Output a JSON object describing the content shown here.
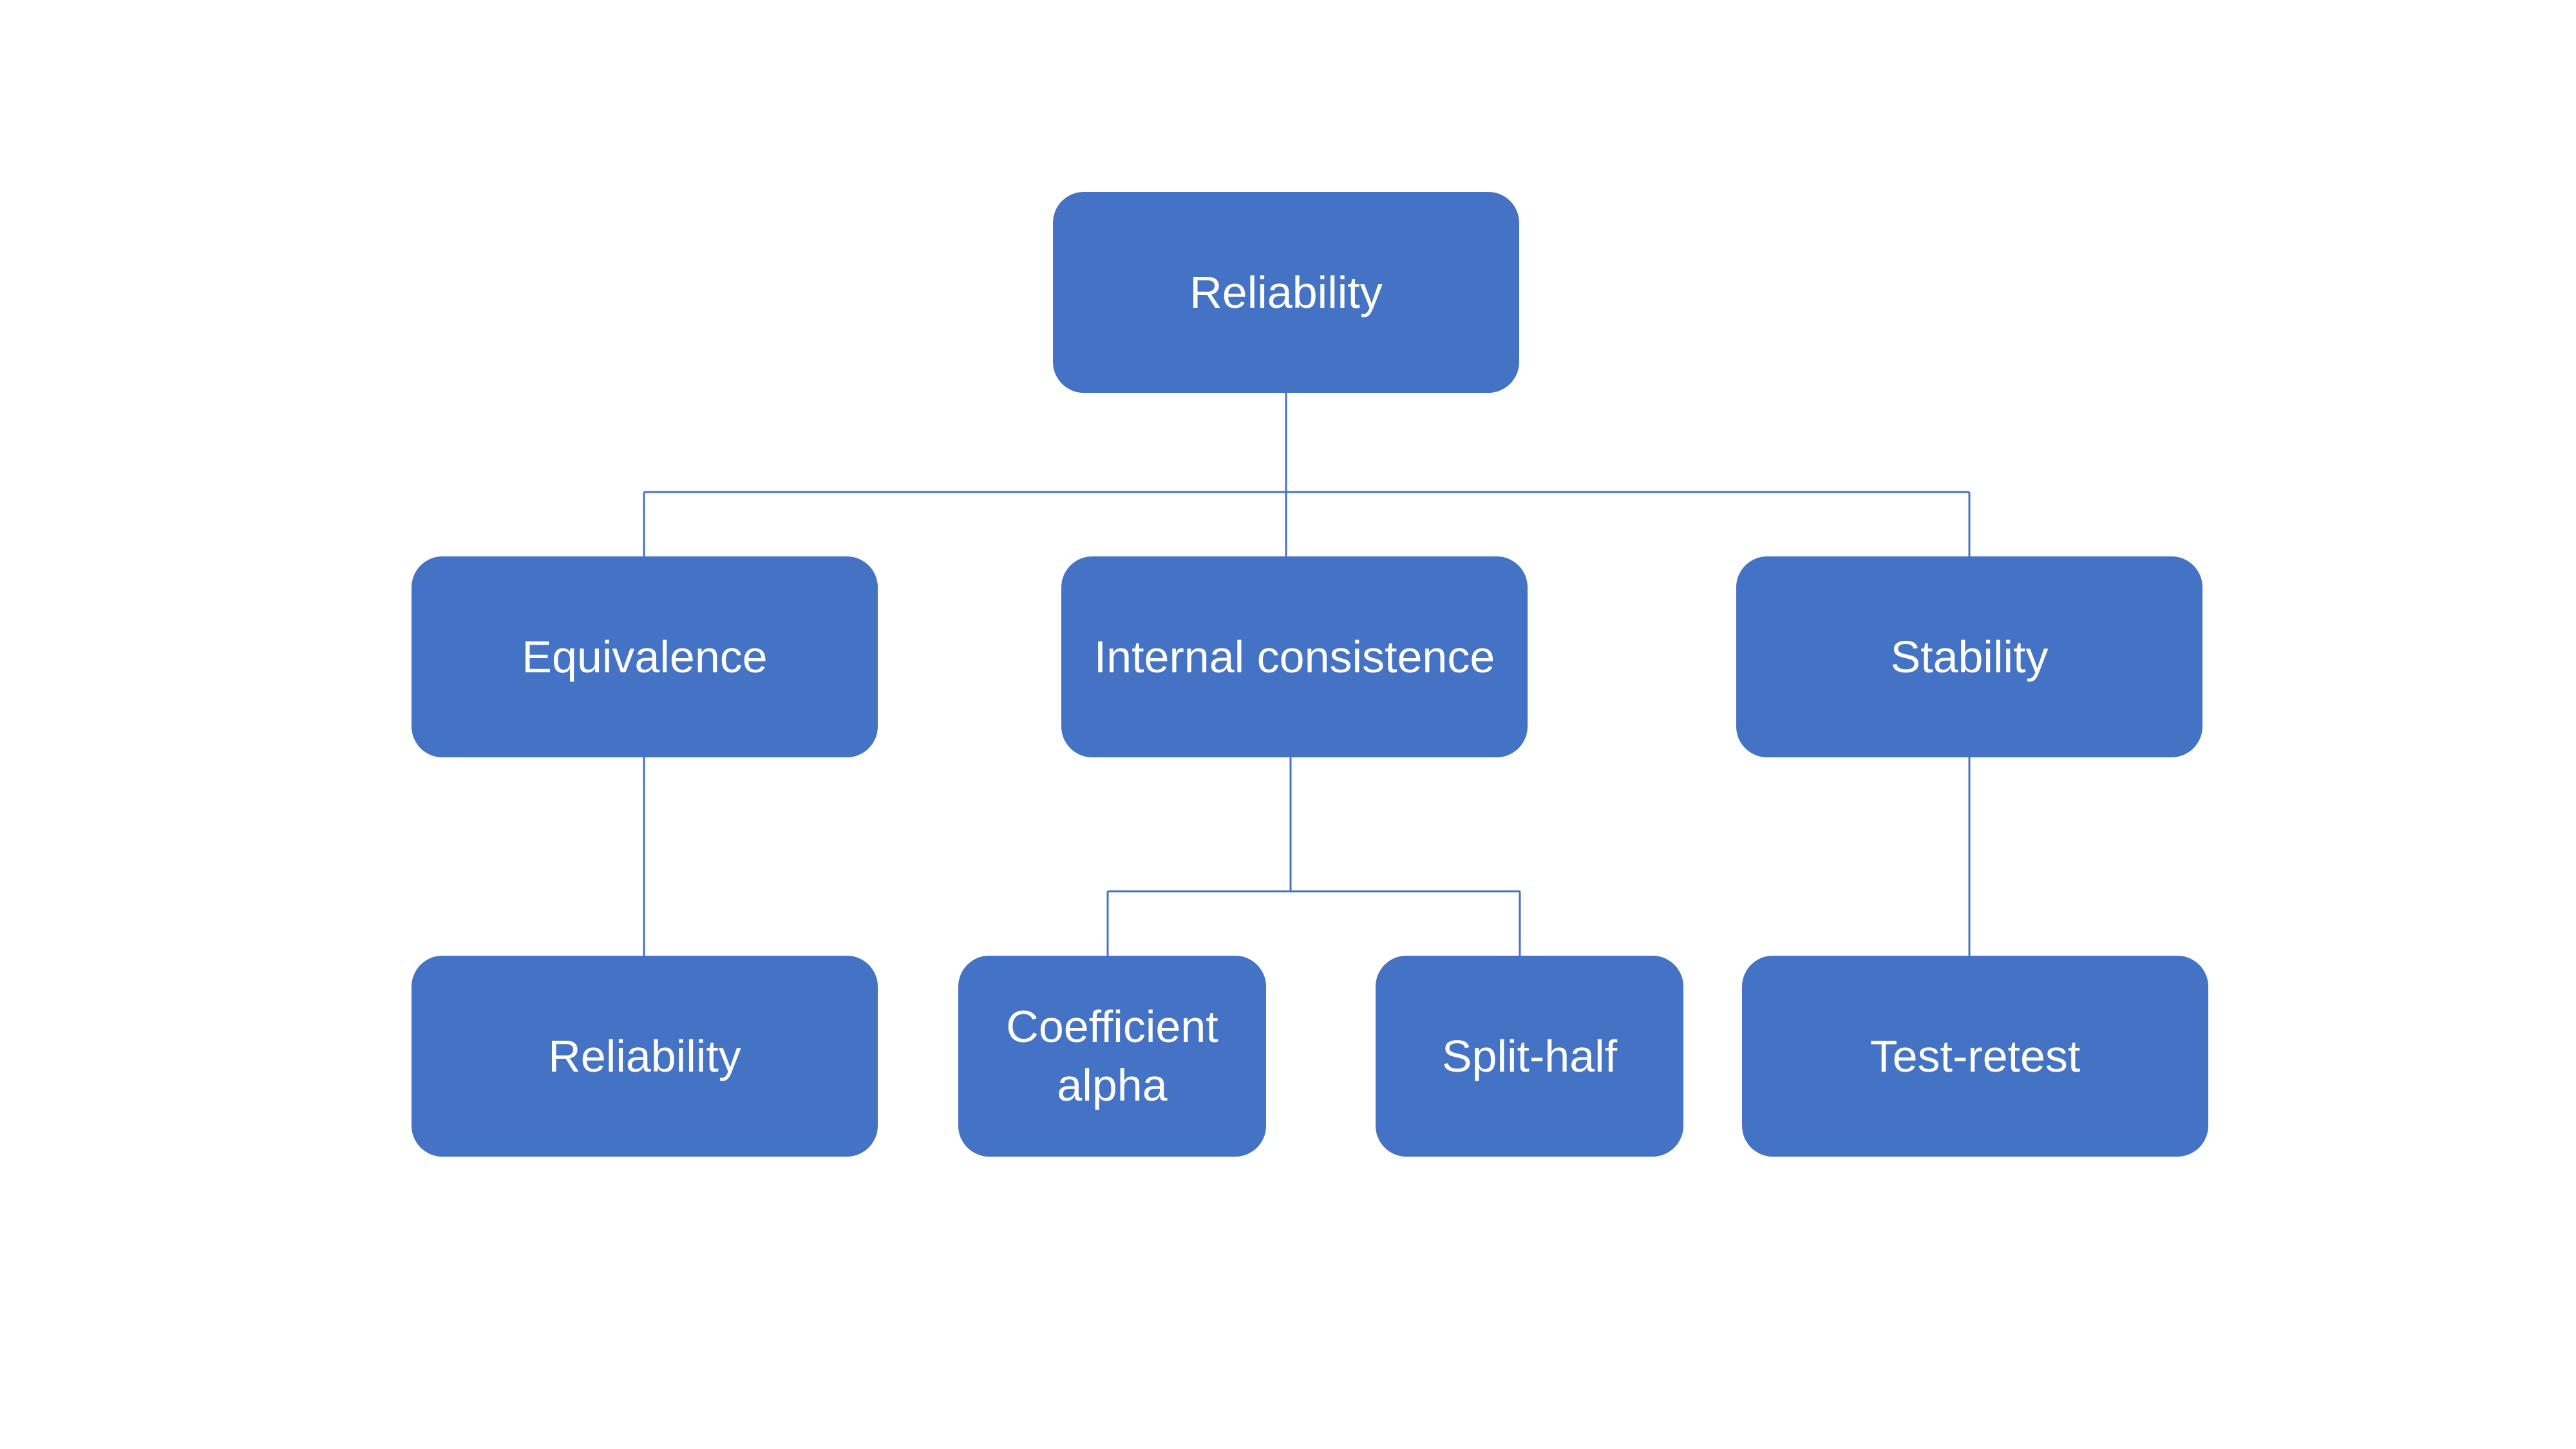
{
  "colors": {
    "node_fill": "#4472C4",
    "node_text": "#FFFFFF",
    "connector": "#4472C4",
    "background": "#FFFFFF"
  },
  "nodes": {
    "root": "Reliability",
    "equivalence": "Equivalence",
    "internal_consistence": "Internal consistence",
    "stability": "Stability",
    "reliability_leaf": "Reliability",
    "coefficient_alpha_line1": "Coefficient",
    "coefficient_alpha_line2": "alpha",
    "split_half": "Split-half",
    "test_retest": "Test-retest"
  }
}
